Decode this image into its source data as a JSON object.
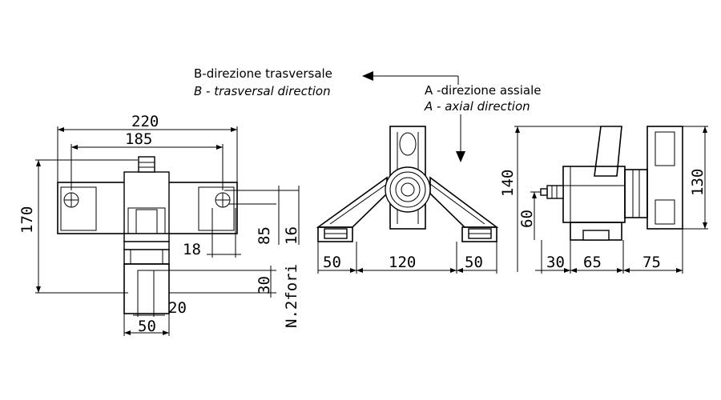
{
  "captions": {
    "transversal_it": "B-direzione trasversale",
    "transversal_en": "B - trasversal direction",
    "axial_it": "A -direzione assiale",
    "axial_en": "A - axial direction"
  },
  "front_view": {
    "width_overall": "220",
    "hole_spacing": "185",
    "height_overall": "170",
    "dim_18": "18",
    "dim_85": "85",
    "dim_16": "16",
    "dim_30": "30",
    "dim_20": "20",
    "dim_50": "50",
    "holes_note": "N.2fori"
  },
  "side_view": {
    "left_base": "50",
    "center_span": "120",
    "right_base": "50"
  },
  "right_view": {
    "height_140": "140",
    "height_130": "130",
    "height_60": "60",
    "dim_30": "30",
    "dim_65": "65",
    "dim_75": "75"
  }
}
